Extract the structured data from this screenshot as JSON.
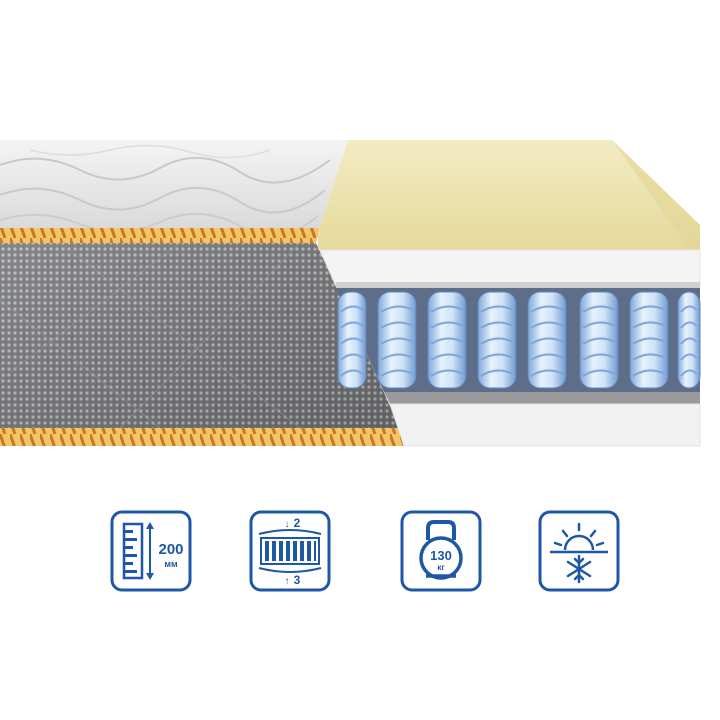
{
  "product": {
    "layers": [
      "quilted-cover",
      "memory-foam",
      "felt-layer",
      "pocket-springs",
      "felt-layer",
      "foam-base"
    ]
  },
  "icons": {
    "height": {
      "icon": "height-ruler-icon",
      "value": "200",
      "unit": "мм"
    },
    "firmness": {
      "icon": "firmness-sides-icon",
      "side_a": "2",
      "side_b": "3"
    },
    "max_weight": {
      "icon": "kettlebell-icon",
      "value": "130",
      "unit": "кг"
    },
    "season": {
      "icon": "summer-winter-icon"
    }
  },
  "colors": {
    "icon_blue": "#1f57a8",
    "piping_orange": "#e8a13a",
    "foam_cream": "#efe6b4",
    "mesh_gray": "#8f9092",
    "spring_blue": "#9cc3ee"
  }
}
